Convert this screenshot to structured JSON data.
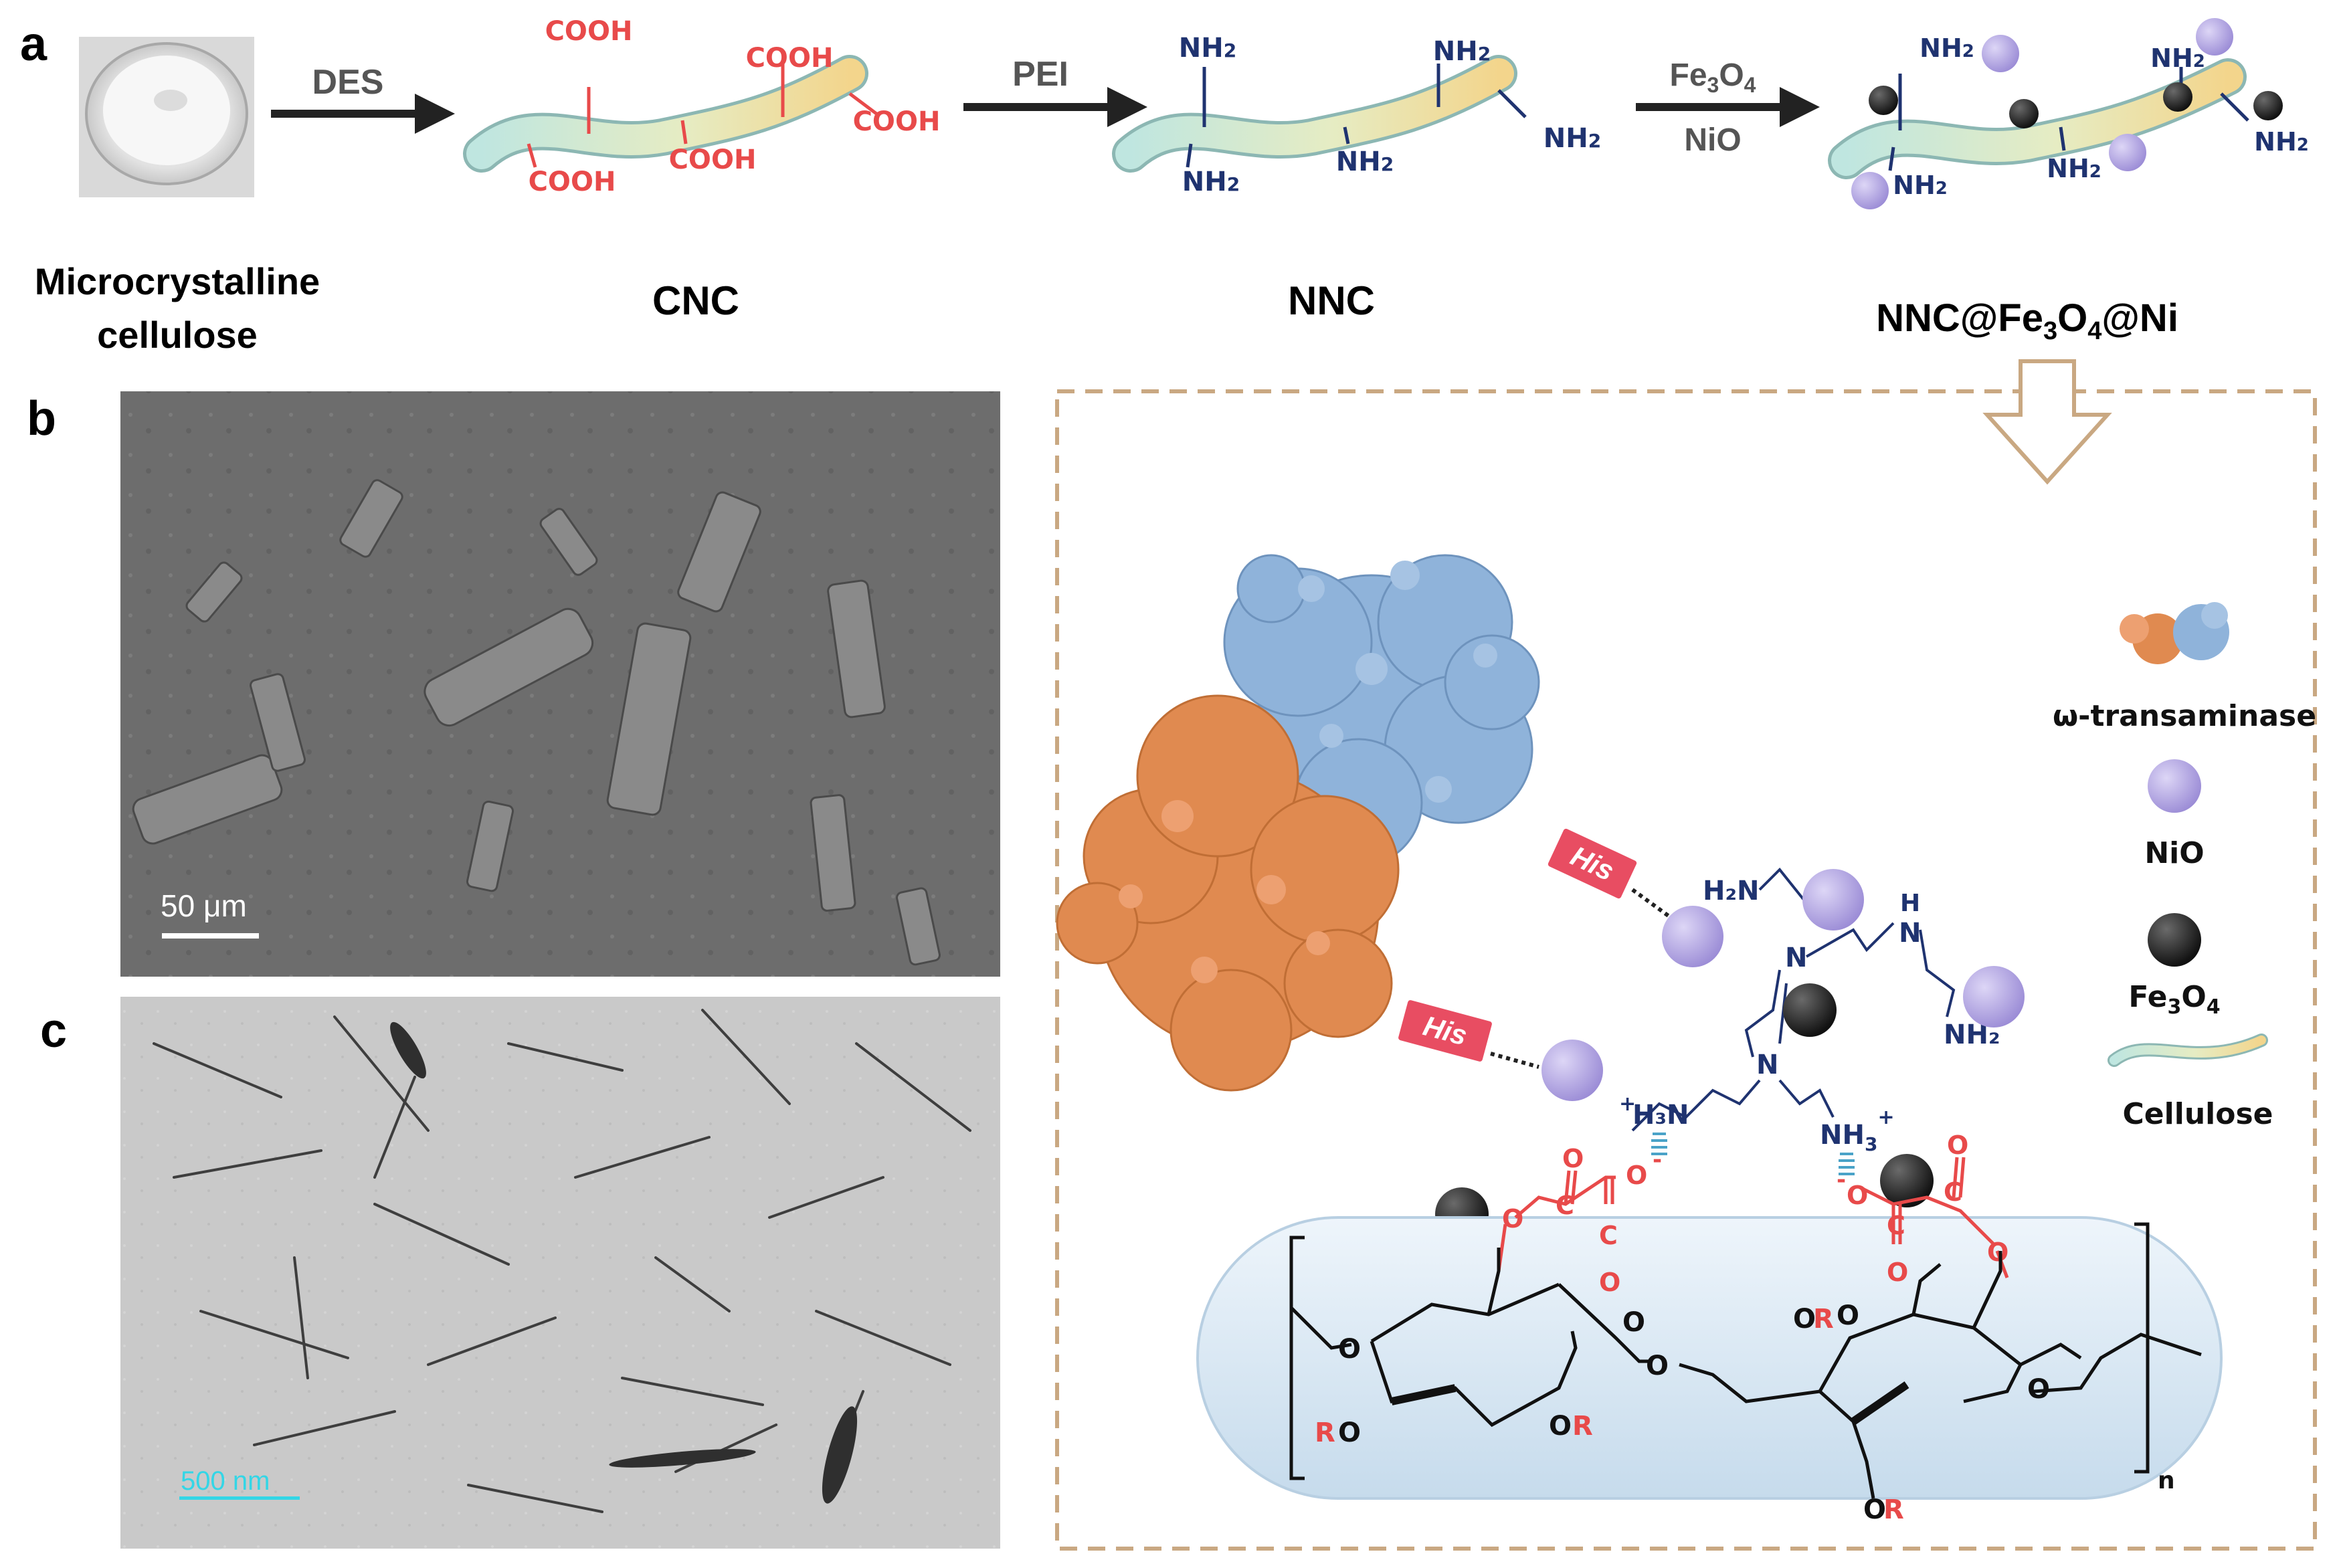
{
  "panels": {
    "a": "a",
    "b": "b",
    "c": "c"
  },
  "steps": {
    "mcc_label_line1": "Microcrystalline",
    "mcc_label_line2": "cellulose",
    "cnc_label": "CNC",
    "nnc_label": "NNC",
    "nncfe_label_prefix": "NNC@Fe",
    "nncfe_sub1": "3",
    "nncfe_mid": "O",
    "nncfe_sub2": "4",
    "nncfe_suffix": "@Ni",
    "arrow1_label": "DES",
    "arrow2_label": "PEI",
    "arrow3_label_top_main": "Fe",
    "arrow3_label_top_sub1": "3",
    "arrow3_label_top_mid": "O",
    "arrow3_label_top_sub2": "4",
    "arrow3_label_bottom": "NiO"
  },
  "groups": {
    "cooh": "COOH",
    "nh2_main": "NH",
    "nh2_sub": "2"
  },
  "micrographs": {
    "sem_scale": "50 μm",
    "tem_scale": "500 nm"
  },
  "legend": {
    "enzyme": "ω-transaminase",
    "nio": "NiO",
    "fe3o4_main": "Fe",
    "fe3o4_sub1": "3",
    "fe3o4_mid": "O",
    "fe3o4_sub2": "4",
    "cellulose": "Cellulose"
  },
  "mechanism": {
    "his": "His",
    "h2n": "H₂N",
    "h_upper": "H",
    "n": "N",
    "nh2": "NH₂",
    "h3n_plus": "+",
    "h3n": "H₃N",
    "nh3_main": "NH",
    "nh3_sub": "3",
    "nh3_plus": "+",
    "o": "O",
    "o_minus": "-",
    "c": "C",
    "r": "R",
    "n_sub": "n"
  },
  "colors": {
    "red": "#e84a4a",
    "navy": "#1f3370",
    "nio": "#a99be0",
    "fe3o4": "#1f1f1f",
    "enzyme_blue": "#8fb3da",
    "enzyme_orange": "#e08a50",
    "his_tag": "#e84d62",
    "dash_box": "#c9a882",
    "capsule": "#d7e6f3"
  }
}
